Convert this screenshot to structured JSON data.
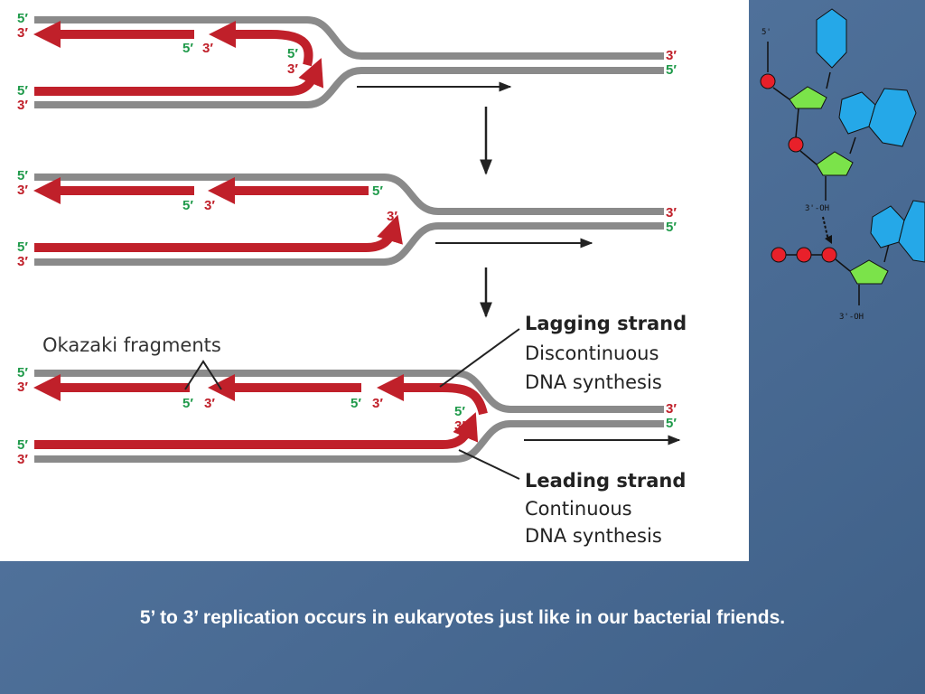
{
  "labels": {
    "five": "5′",
    "three": "3′"
  },
  "okazaki_label": "Okazaki fragments",
  "lagging": {
    "title": "Lagging strand",
    "line1": "Discontinuous",
    "line2": "DNA synthesis"
  },
  "leading": {
    "title": "Leading strand",
    "line1": "Continuous",
    "line2": "DNA synthesis"
  },
  "chem": {
    "five_prime": "5'",
    "oh_top": "3'-OH",
    "oh_bottom": "3'-OH"
  },
  "caption": "5’ to 3’ replication occurs in eukaryotes just like in our bacterial friends.",
  "colors": {
    "background": "#4a6c95",
    "template_strand": "#8a8a8a",
    "new_strand": "#c0202a",
    "five_label": "#1f9a4a",
    "sugar": "#7be34a",
    "base": "#25a8e8",
    "phosphate": "#e8202a"
  }
}
